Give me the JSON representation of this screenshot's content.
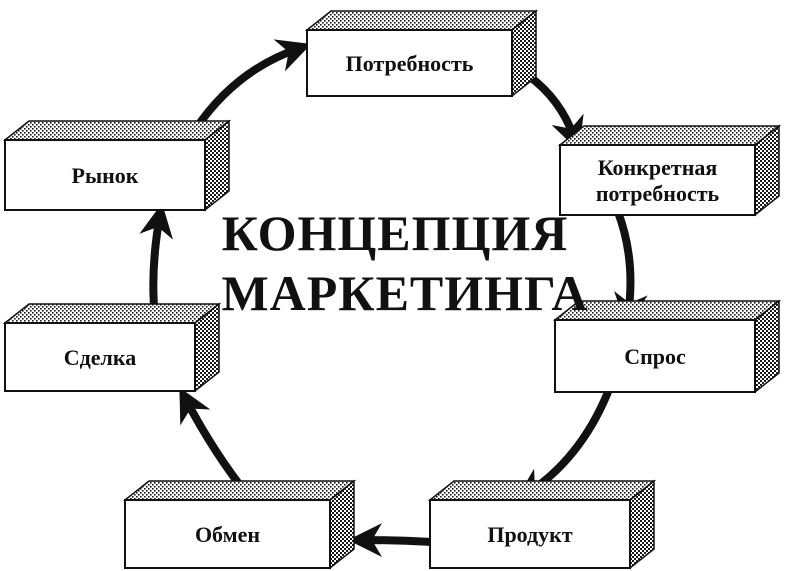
{
  "title": {
    "line1": "КОНЦЕПЦИЯ",
    "line2": "МАРКЕТИНГА"
  },
  "nodes": [
    {
      "id": "need",
      "lines": [
        "Потребность"
      ]
    },
    {
      "id": "specific-need",
      "lines": [
        "Конкретная",
        "потребность"
      ]
    },
    {
      "id": "demand",
      "lines": [
        "Спрос"
      ]
    },
    {
      "id": "product",
      "lines": [
        "Продукт"
      ]
    },
    {
      "id": "exchange",
      "lines": [
        "Обмен"
      ]
    },
    {
      "id": "deal",
      "lines": [
        "Сделка"
      ]
    },
    {
      "id": "market",
      "lines": [
        "Рынок"
      ]
    }
  ],
  "colors": {
    "ink": "#111111",
    "box_fill": "#ffffff",
    "shade_dark": "#1a1a1a"
  }
}
